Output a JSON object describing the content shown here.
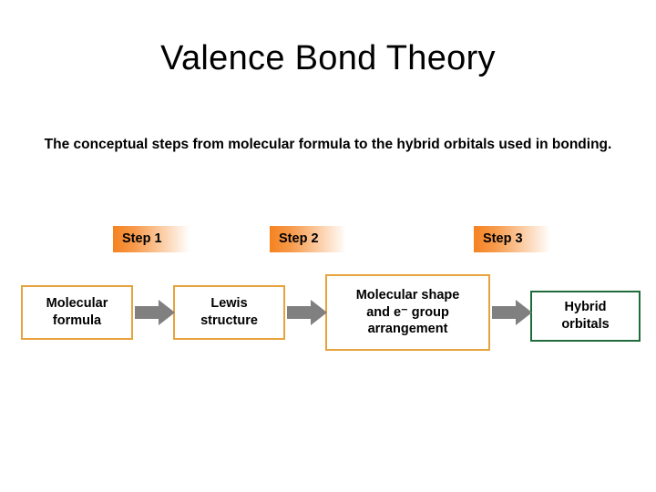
{
  "slide": {
    "title": "Valence Bond Theory",
    "subtitle": "The conceptual steps from molecular formula to the hybrid orbitals used in bonding."
  },
  "steps": [
    {
      "label": "Step 1"
    },
    {
      "label": "Step 2"
    },
    {
      "label": "Step 3"
    }
  ],
  "flow": {
    "boxes": [
      {
        "text": "Molecular\nformula",
        "border_color": "#E8A33D"
      },
      {
        "text": "Lewis\nstructure",
        "border_color": "#E8A33D"
      },
      {
        "text": "Molecular shape\nand e⁻ group\narrangement",
        "border_color": "#E8A33D"
      },
      {
        "text": "Hybrid\norbitals",
        "border_color": "#1F6B3B"
      }
    ],
    "arrow_color": "#808080",
    "arrow_count": 3
  },
  "colors": {
    "gradient_start": "#F58220",
    "gradient_end": "#FFFFFF",
    "orange_border": "#E8A33D",
    "green_border": "#1F6B3B",
    "arrow_gray": "#808080",
    "background": "#FFFFFF",
    "text": "#000000"
  }
}
